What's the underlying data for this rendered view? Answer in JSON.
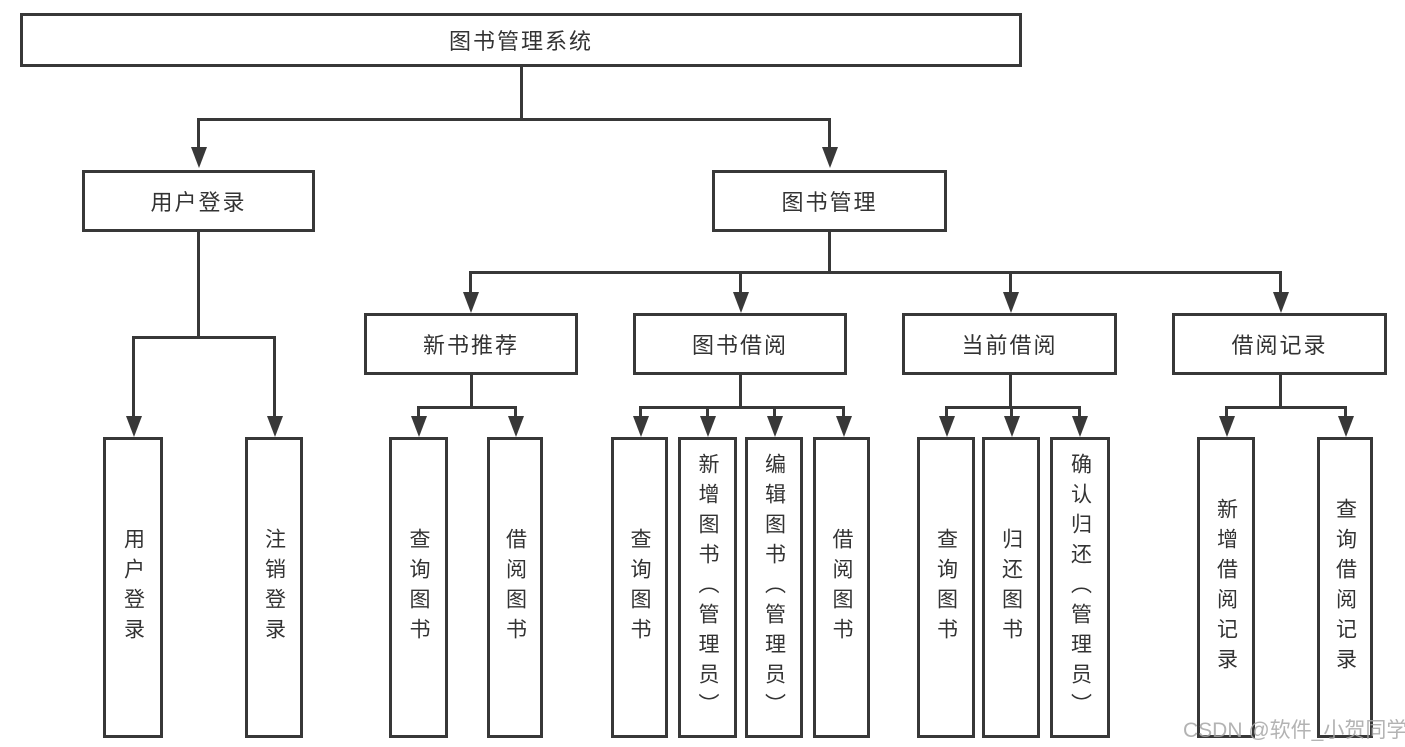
{
  "tree": {
    "root": "图书管理系统",
    "branches": [
      {
        "label": "用户登录",
        "children": [
          "用户登录",
          "注销登录"
        ]
      },
      {
        "label": "图书管理",
        "groups": [
          {
            "label": "新书推荐",
            "children": [
              "查询图书",
              "借阅图书"
            ]
          },
          {
            "label": "图书借阅",
            "children": [
              "查询图书",
              "新增图书（管理员）",
              "编辑图书（管理员）",
              "借阅图书"
            ]
          },
          {
            "label": "当前借阅",
            "children": [
              "查询图书",
              "归还图书",
              "确认归还（管理员）"
            ]
          },
          {
            "label": "借阅记录",
            "children": [
              "新增借阅记录",
              "查询借阅记录"
            ]
          }
        ]
      }
    ]
  },
  "watermark": "CSDN @软件_小贺同学",
  "colors": {
    "line": "#383838",
    "box_border": "#383838",
    "box_fill": "#ffffff",
    "text": "#333333",
    "watermark_text": "#a6a6a6",
    "background": "#ffffff"
  }
}
